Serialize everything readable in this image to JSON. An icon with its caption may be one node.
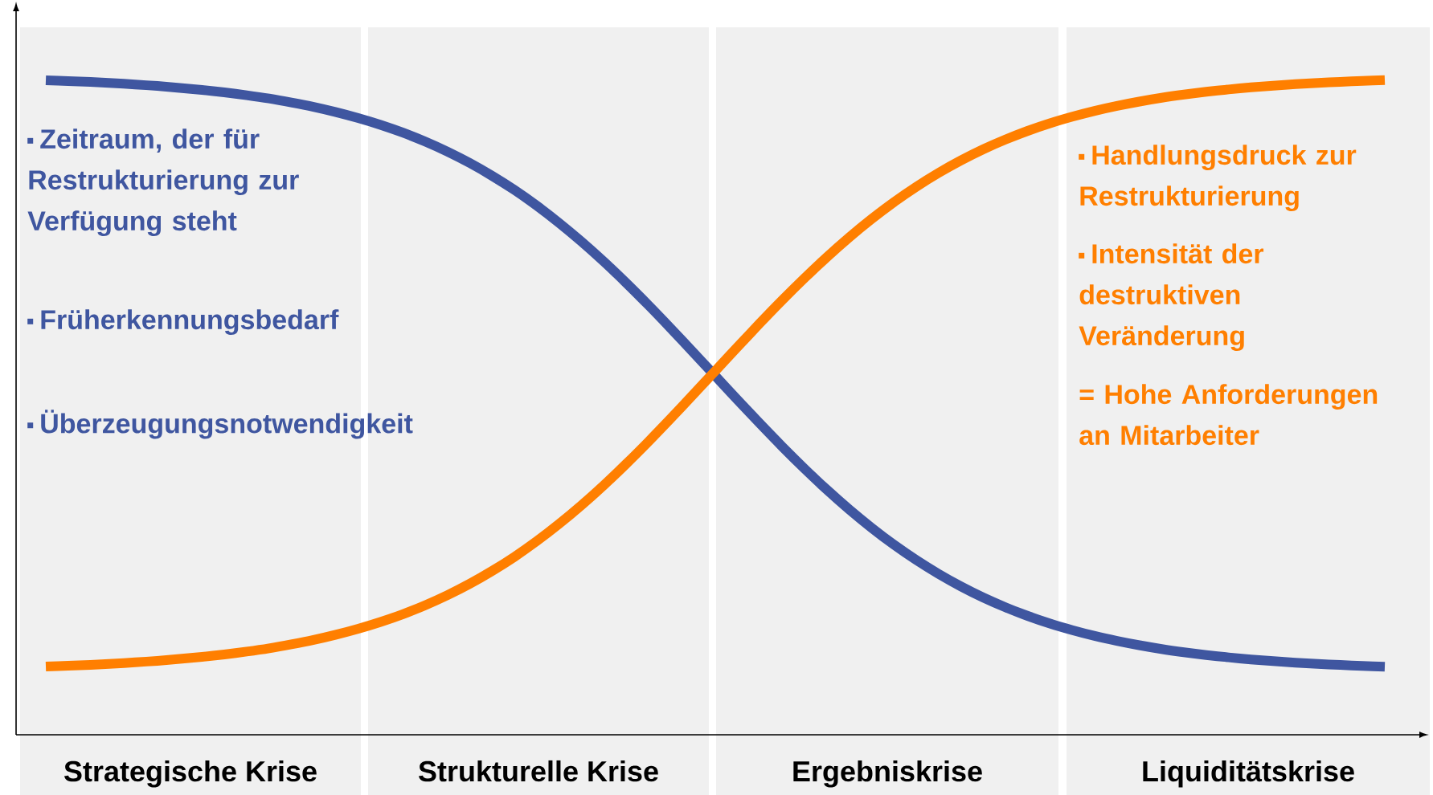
{
  "diagram": {
    "labels": [
      "Zeitraum, der für Restrukturierung zur Verfügung steht",
      "Früherkennungsbedarf",
      "Überzeugungsnotwendigkeit",
      "Handlungsdruck zur Restrukturierung",
      "Intensität der destruktiven Veränderung",
      "= Hohe Anforderungen an Mitarbeiter",
      "Strategische Krise",
      "Strukturelle Krise",
      "Ergebniskrise",
      "Liquiditätskrise"
    ]
  }
}
